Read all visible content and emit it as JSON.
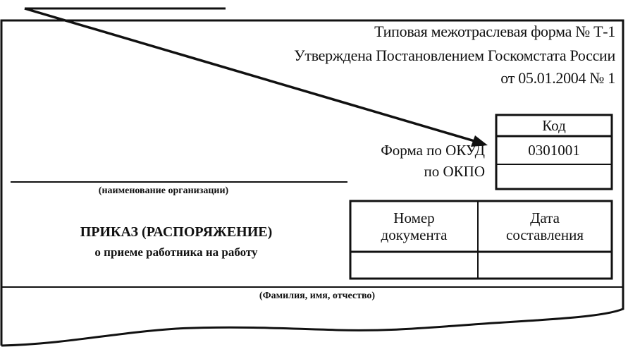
{
  "header": {
    "line1": "Типовая межотраслевая форма № Т-1",
    "line2": "Утверждена Постановлением Госкомстата России",
    "line3": "от 05.01.2004 № 1"
  },
  "codes": {
    "header": "Код",
    "okud_label": "Форма по ОКУД",
    "okud_value": "0301001",
    "okpo_label": "по ОКПО",
    "okpo_value": ""
  },
  "organization_caption": "(наименование организации)",
  "title": {
    "main": "ПРИКАЗ (РАСПОРЯЖЕНИЕ)",
    "sub": "о приеме работника на работу"
  },
  "doc_table": {
    "col1_header": "Номер документа",
    "col2_header": "Дата составления",
    "col1_value": "",
    "col2_value": ""
  },
  "fio_caption": "(Фамилия, имя, отчество)"
}
